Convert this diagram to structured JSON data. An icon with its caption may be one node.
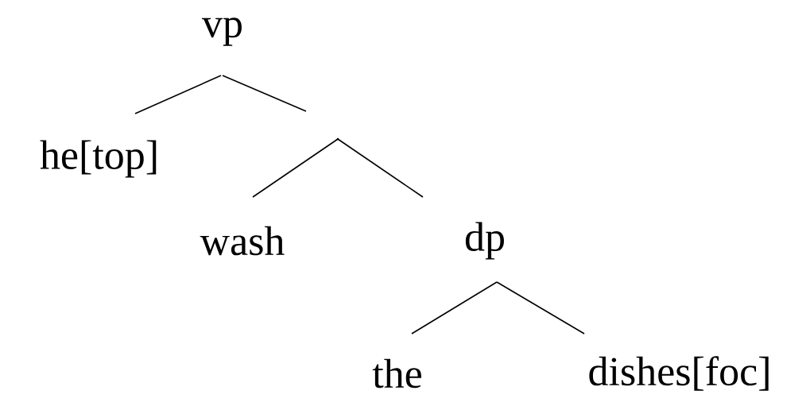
{
  "diagram": {
    "nodes": [
      {
        "text": [
          "vp"
        ]
      },
      {
        "text": [
          "he[top]"
        ]
      },
      {
        "text": [],
        "shape": "point"
      },
      {
        "text": [
          "wash"
        ]
      },
      {
        "text": [
          "dp"
        ]
      },
      {
        "text": [
          "the"
        ]
      },
      {
        "text": [
          "dishes[foc]"
        ]
      }
    ],
    "edges": [
      {
        "from": 0,
        "to": 1,
        "arrow": "none"
      },
      {
        "from": 0,
        "to": 2,
        "arrow": "none"
      },
      {
        "from": 2,
        "to": 3,
        "arrow": "none"
      },
      {
        "from": 2,
        "to": 4,
        "arrow": "none"
      },
      {
        "from": 4,
        "to": 5,
        "arrow": "none"
      },
      {
        "from": 4,
        "to": 6,
        "arrow": "none"
      }
    ]
  }
}
